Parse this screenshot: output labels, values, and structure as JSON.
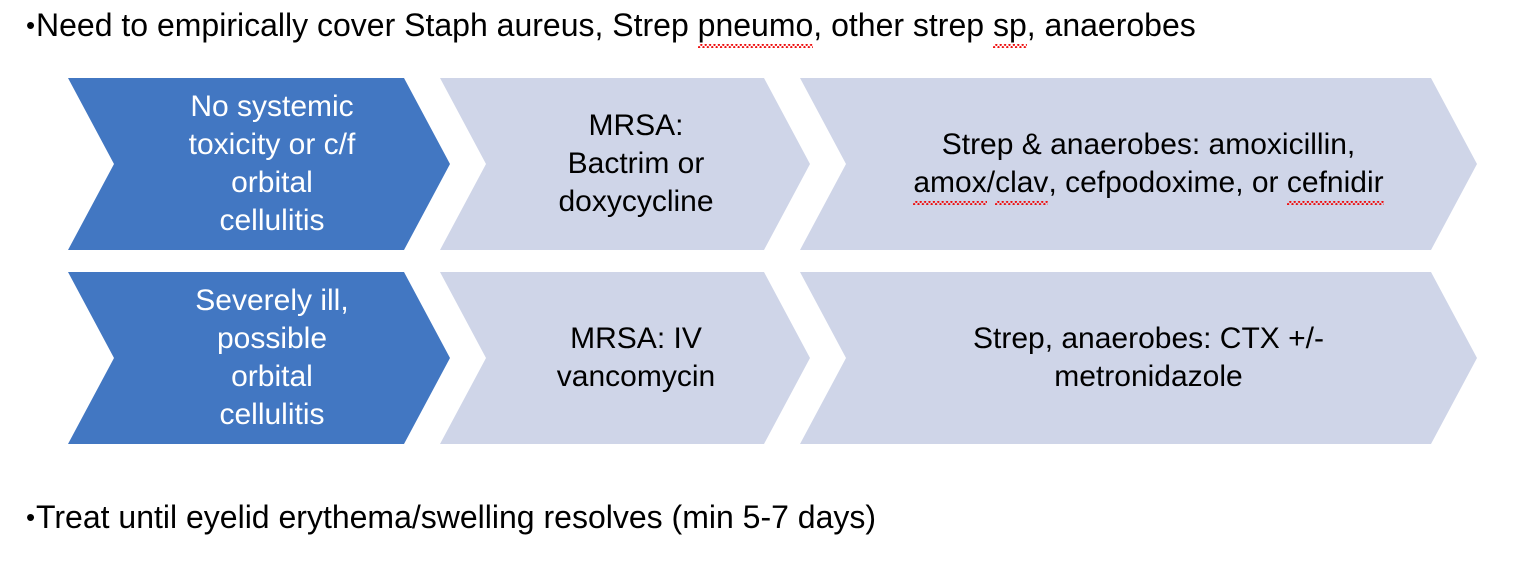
{
  "slide": {
    "background_color": "#ffffff",
    "accent_color": "#4277C2",
    "step_color": "#CFD5E8",
    "spellcheck_color": "#ee1111"
  },
  "bullets": [
    {
      "glyph": "•",
      "segments": [
        {
          "text": "Need to empirically cover Staph aureus, Strep ",
          "misspelled": false
        },
        {
          "text": "pneumo",
          "misspelled": true
        },
        {
          "text": ", other strep ",
          "misspelled": false
        },
        {
          "text": "sp",
          "misspelled": true
        },
        {
          "text": ", anaerobes",
          "misspelled": false
        }
      ]
    },
    {
      "glyph": "•",
      "segments": [
        {
          "text": "Treat until eyelid erythema/swelling resolves (min 5-7 days)",
          "misspelled": false
        }
      ]
    }
  ],
  "process_diagram": {
    "rows": [
      {
        "name": "non-severe-pathway",
        "steps": [
          {
            "kind": "lead",
            "label": "No systemic\ntoxicity or c/f\norbital\ncellulitis",
            "segments": [
              {
                "text": "No systemic\ntoxicity or c/f\norbital\ncellulitis",
                "misspelled": false
              }
            ]
          },
          {
            "kind": "step",
            "label": "MRSA:\nBactrim or\ndoxycycline",
            "segments": [
              {
                "text": "MRSA:\nBactrim or\ndoxycycline",
                "misspelled": false
              }
            ]
          },
          {
            "kind": "step",
            "label": "Strep & anaerobes: amoxicillin,\namox/clav, cefpodoxime, or cefnidir",
            "segments": [
              {
                "text": "Strep & anaerobes: amoxicillin,\n",
                "misspelled": false
              },
              {
                "text": "amox",
                "misspelled": true
              },
              {
                "text": "/",
                "misspelled": false
              },
              {
                "text": "clav",
                "misspelled": true
              },
              {
                "text": ", cefpodoxime, or ",
                "misspelled": false
              },
              {
                "text": "cefnidir",
                "misspelled": true
              }
            ]
          }
        ]
      },
      {
        "name": "severe-pathway",
        "steps": [
          {
            "kind": "lead",
            "label": "Severely ill,\npossible\norbital\ncellulitis",
            "segments": [
              {
                "text": "Severely ill,\npossible\norbital\ncellulitis",
                "misspelled": false
              }
            ]
          },
          {
            "kind": "step",
            "label": "MRSA: IV\nvancomycin",
            "segments": [
              {
                "text": "MRSA: IV\nvancomycin",
                "misspelled": false
              }
            ]
          },
          {
            "kind": "step",
            "label": "Strep, anaerobes: CTX +/-\nmetronidazole",
            "segments": [
              {
                "text": "Strep, anaerobes: CTX +/-\nmetronidazole",
                "misspelled": false
              }
            ]
          }
        ]
      }
    ]
  }
}
